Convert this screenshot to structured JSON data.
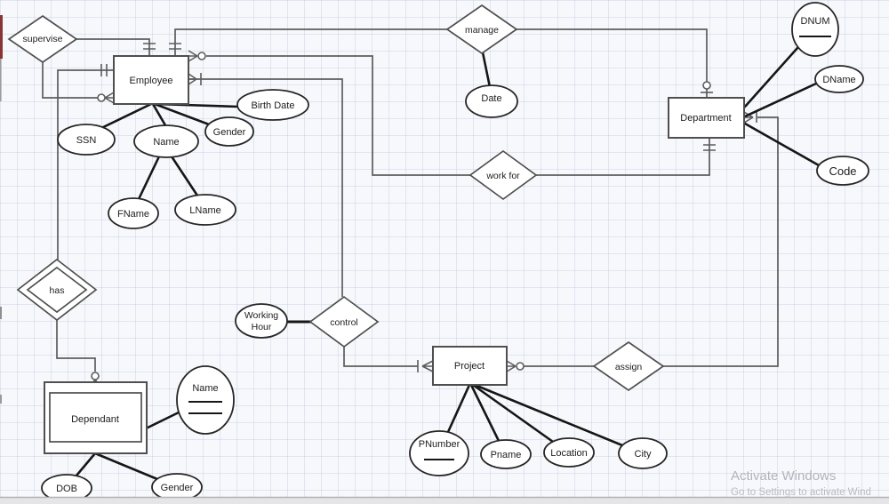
{
  "er": {
    "entities": {
      "employee": {
        "label": "Employee"
      },
      "department": {
        "label": "Department"
      },
      "project": {
        "label": "Project"
      },
      "dependant": {
        "label": "Dependant",
        "weak": true
      }
    },
    "relationships": {
      "supervise": {
        "label": "supervise"
      },
      "manage": {
        "label": "manage"
      },
      "work_for": {
        "label": "work for"
      },
      "control": {
        "label": "control"
      },
      "assign": {
        "label": "assign"
      },
      "has": {
        "label": "has",
        "identifying": true
      }
    },
    "attributes": {
      "ssn": {
        "label": "SSN"
      },
      "name": {
        "label": "Name"
      },
      "fname": {
        "label": "FName"
      },
      "lname": {
        "label": "LName"
      },
      "gender": {
        "label": "Gender"
      },
      "birth_date": {
        "label": "Birth Date"
      },
      "date": {
        "label": "Date"
      },
      "dnum": {
        "label": "DNUM",
        "key": true
      },
      "dname": {
        "label": "DName"
      },
      "code": {
        "label": "Code"
      },
      "working_hour": {
        "lines": [
          "Working",
          "Hour"
        ]
      },
      "pnumber": {
        "label": "PNumber",
        "key": true
      },
      "pname": {
        "label": "Pname"
      },
      "location": {
        "label": "Location"
      },
      "city": {
        "label": "City"
      },
      "dependant_name": {
        "label": "Name",
        "partial_key": true
      },
      "dob": {
        "label": "DOB"
      },
      "dependant_gender": {
        "label": "Gender"
      }
    }
  },
  "watermark": {
    "line1": "Activate Windows",
    "line2": "Go to Settings to activate Wind"
  },
  "colors": {
    "connector_line": "#5c5c5c",
    "attribute_line": "#161616",
    "left_edge_strip": "#8a3434",
    "watermark_text": "#b1b4bb"
  }
}
